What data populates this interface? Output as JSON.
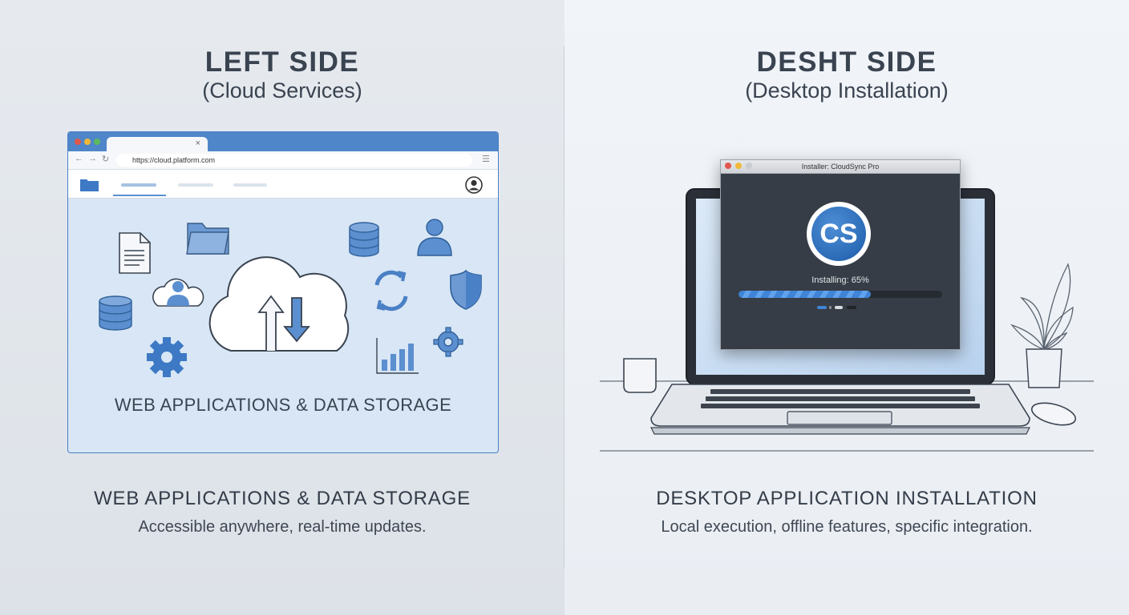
{
  "left": {
    "title": "LEFT SIDE",
    "subtitle": "(Cloud Services)",
    "browser": {
      "url": "https://cloud.platform.com",
      "tab_close": "×",
      "content_label": "WEB APPLICATIONS & DATA STORAGE"
    },
    "caption_heading": "WEB APPLICATIONS & DATA STORAGE",
    "caption_text": "Accessible anywhere, real-time updates."
  },
  "right": {
    "title": "DESHT SIDE",
    "subtitle": "(Desktop Installation)",
    "installer": {
      "window_title": "Installer: CloudSync Pro",
      "logo_text": "CS",
      "status": "Installing: 65%",
      "progress": 0.65
    },
    "caption_heading": "DESKTOP APPLICATION INSTALLATION",
    "caption_text": "Local execution, offline features, specific integration."
  },
  "colors": {
    "accent_blue": "#4a80c6",
    "icon_fill": "#5b8fcf",
    "line_dark": "#3a4350"
  },
  "icons": [
    "folder-icon",
    "user-icon",
    "document-icon",
    "database-icon",
    "cloud-upload-download-icon",
    "sync-icon",
    "shield-icon",
    "gear-icon",
    "bar-chart-icon",
    "plant-icon",
    "mug-icon",
    "mouse-icon",
    "laptop-icon"
  ]
}
